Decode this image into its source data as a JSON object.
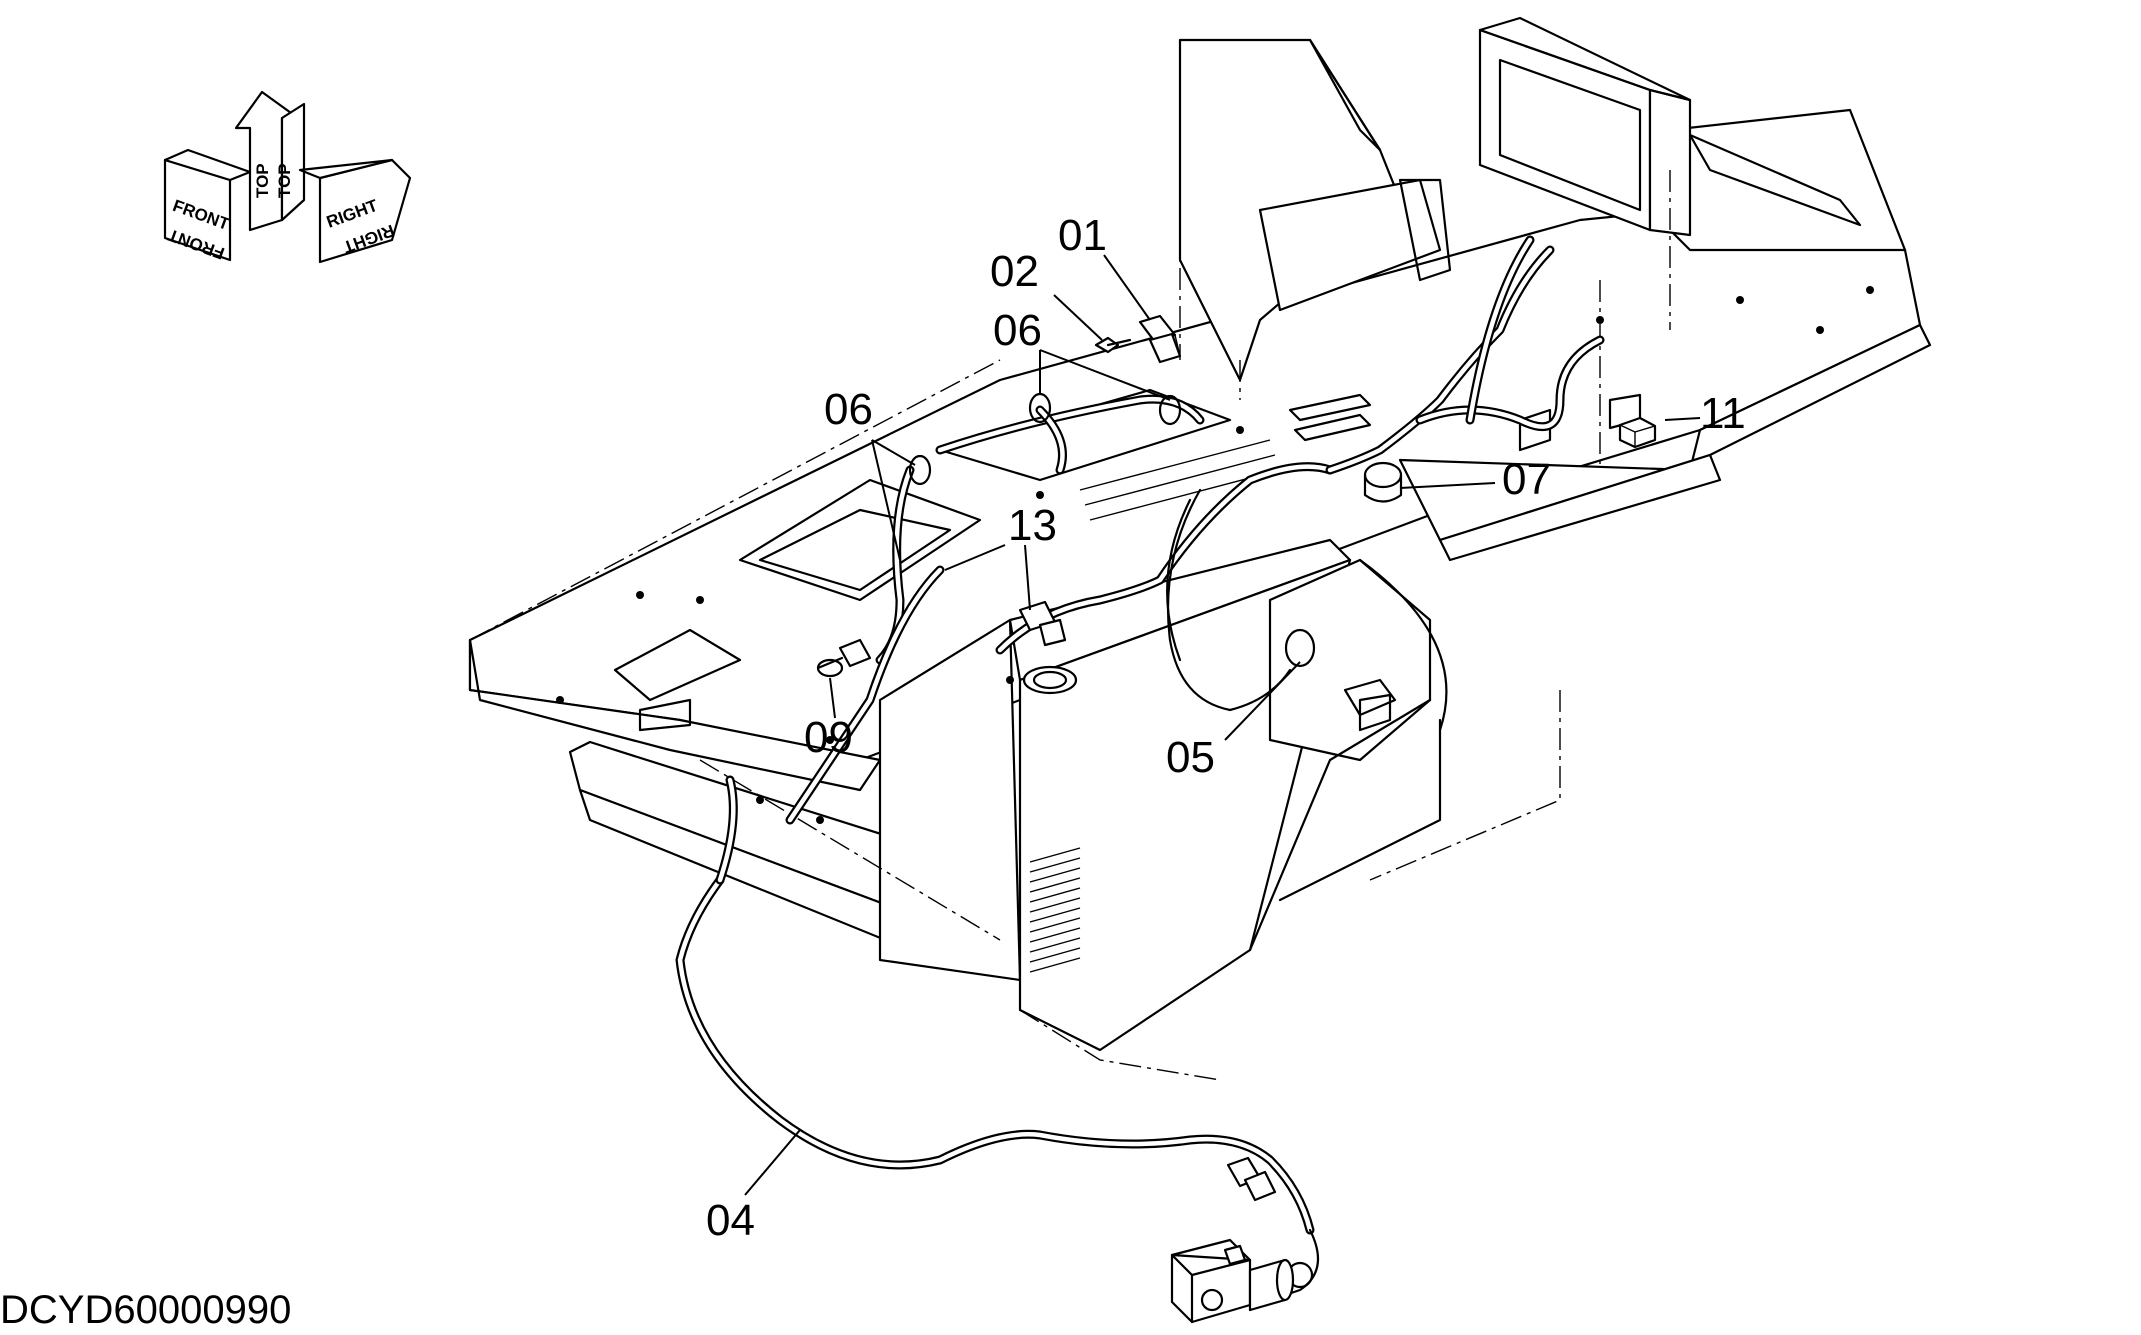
{
  "orientation": {
    "front_label": "FRONT",
    "top_label": "TOP",
    "right_label": "RIGHT"
  },
  "callouts": [
    {
      "id": "01",
      "label": "01"
    },
    {
      "id": "02",
      "label": "02"
    },
    {
      "id": "06a",
      "label": "06"
    },
    {
      "id": "06b",
      "label": "06"
    },
    {
      "id": "13",
      "label": "13"
    },
    {
      "id": "11",
      "label": "11"
    },
    {
      "id": "07",
      "label": "07"
    },
    {
      "id": "09",
      "label": "09"
    },
    {
      "id": "05",
      "label": "05"
    },
    {
      "id": "04",
      "label": "04"
    }
  ],
  "drawing_code": "DCYD60000990"
}
